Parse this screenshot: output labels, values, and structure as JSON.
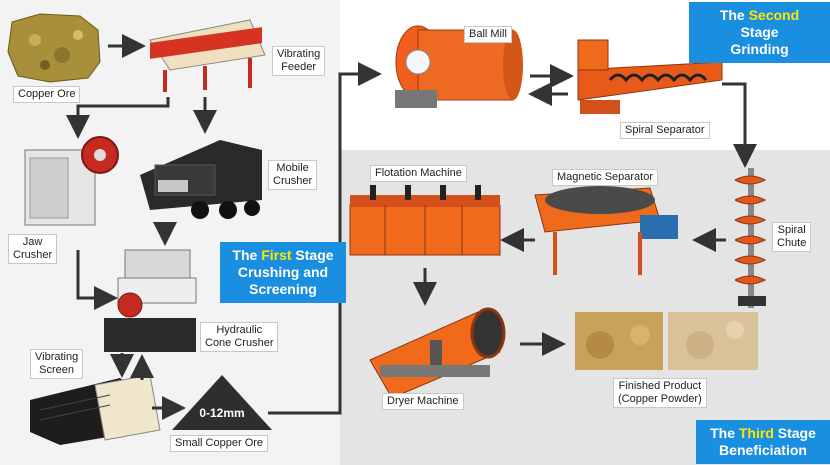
{
  "stages": {
    "first": {
      "pre": "The ",
      "highlight": "First",
      "post": " Stage",
      "line2": "Crushing and",
      "line3": "Screening"
    },
    "second": {
      "pre": "The ",
      "highlight": "Second",
      "post": " Stage",
      "line2": "Grinding"
    },
    "third": {
      "pre": "The ",
      "highlight": "Third",
      "post": " Stage",
      "line2": "Beneficiation"
    }
  },
  "labels": {
    "copper_ore": "Copper Ore",
    "vibrating_feeder": [
      "Vibrating",
      "Feeder"
    ],
    "mobile_crusher": [
      "Mobile",
      "Crusher"
    ],
    "jaw_crusher": [
      "Jaw",
      "Crusher"
    ],
    "hydraulic_cone_crusher": [
      "Hydraulic",
      "Cone Crusher"
    ],
    "vibrating_screen": [
      "Vibrating",
      "Screen"
    ],
    "size_range": "0-12mm",
    "small_copper_ore": "Small Copper Ore",
    "ball_mill": "Ball Mill",
    "spiral_separator": "Spiral Separator",
    "spiral_chute": [
      "Spiral",
      "Chute"
    ],
    "magnetic_separator": "Magnetic Separator",
    "flotation_machine": "Flotation Machine",
    "dryer_machine": "Dryer Machine",
    "finished_product": [
      "Finished Product",
      "(Copper Powder)"
    ]
  },
  "colors": {
    "stage_box": "#1a8fe0",
    "stage_highlight": "#ffe600",
    "left_panel": "#f2f2f2",
    "right_panel": "#e3e3e3",
    "arrow": "#333333",
    "machine_orange": "#f06a1c"
  }
}
